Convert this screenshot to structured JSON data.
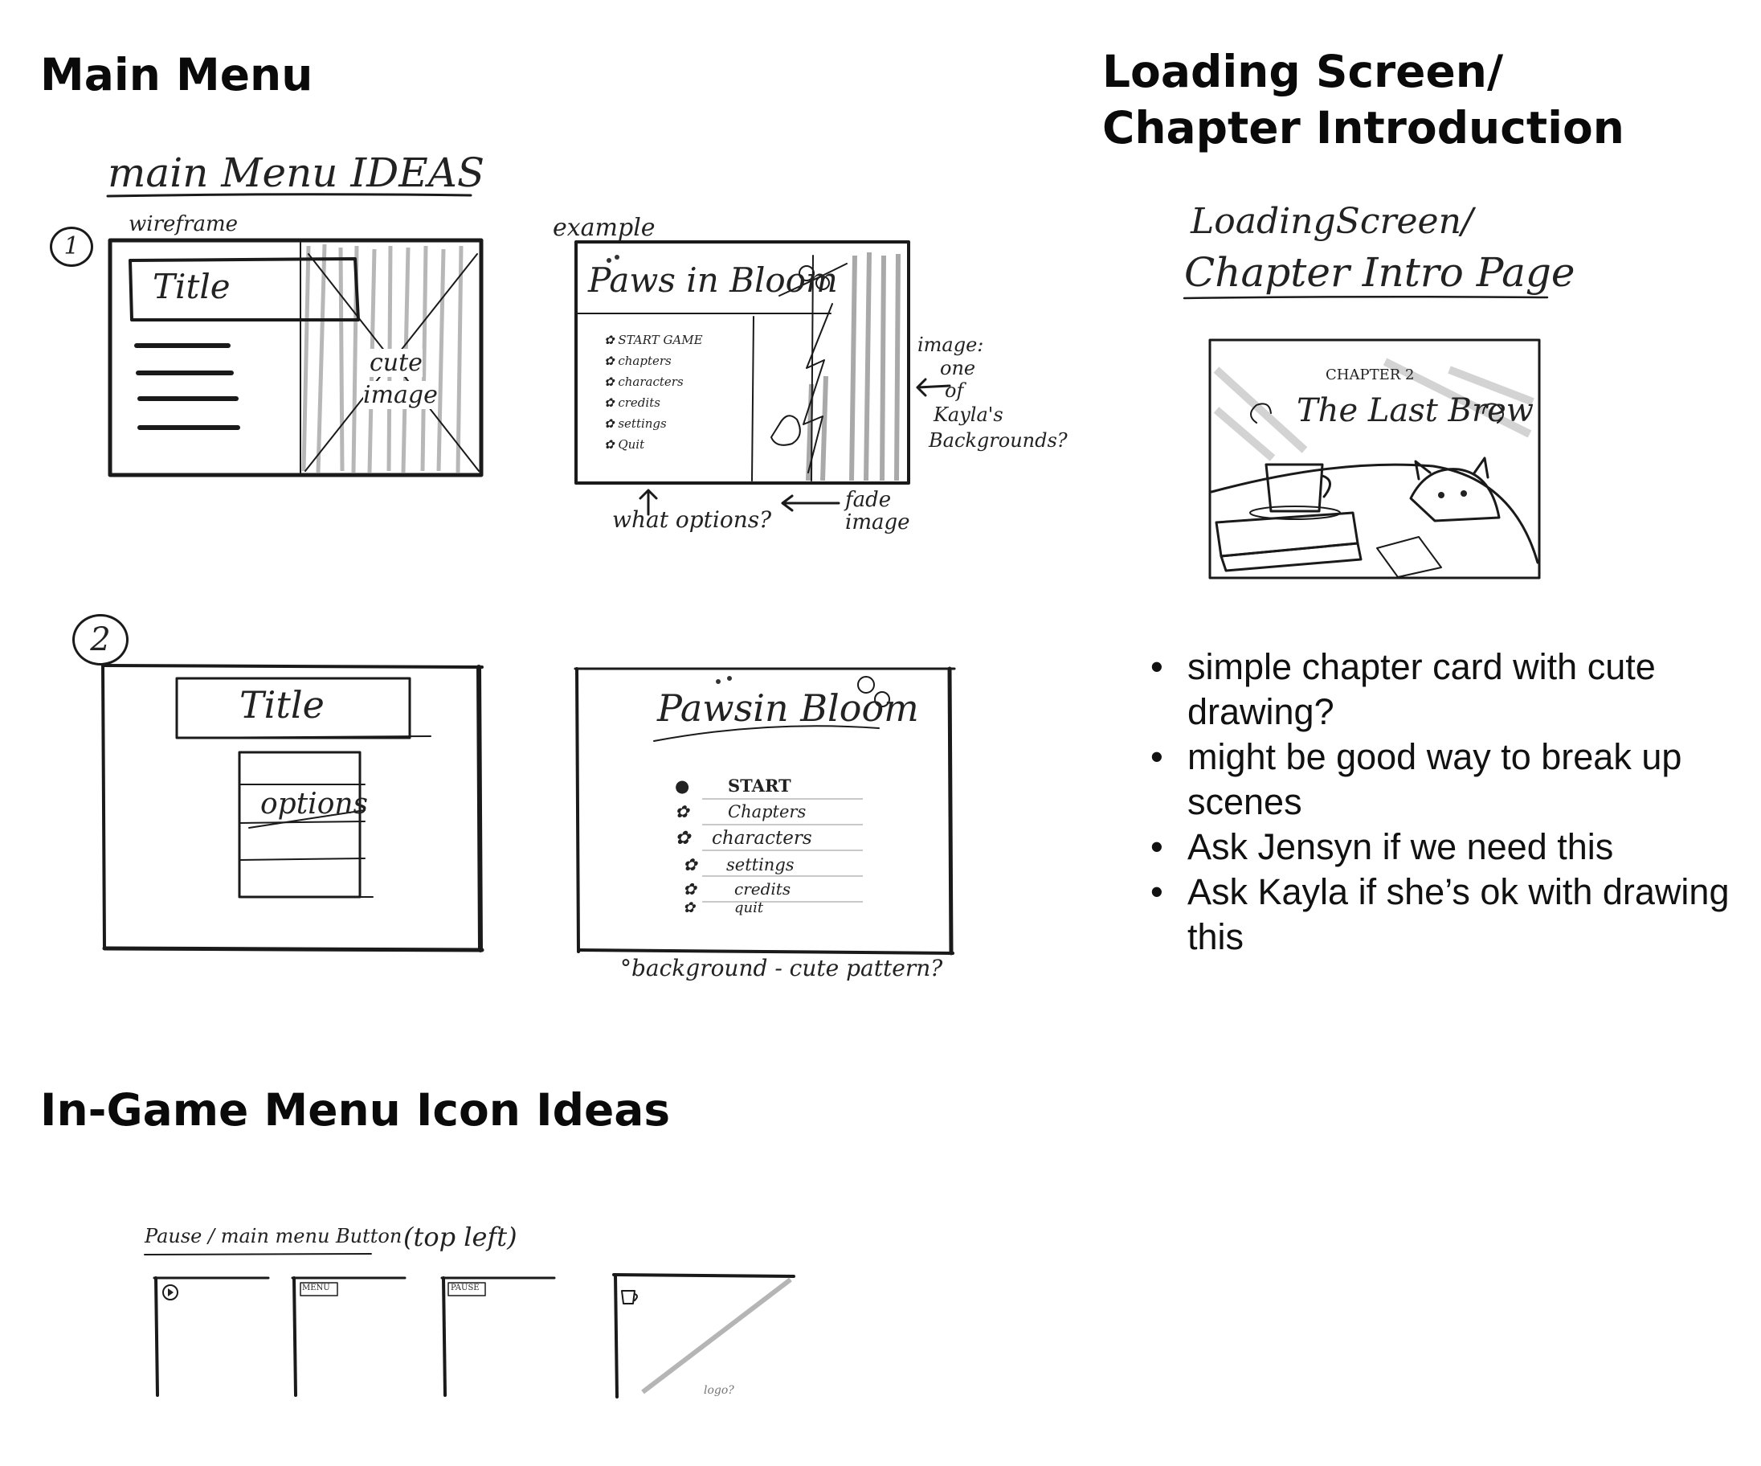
{
  "headings": {
    "main_menu": "Main Menu",
    "loading_line1": "Loading Screen/",
    "loading_line2": "Chapter Introduction",
    "in_game": "In-Game Menu Icon Ideas"
  },
  "main_menu_sketch": {
    "title": "main Menu IDEAS",
    "wireframe_label": "wireframe",
    "example_label": "example",
    "num1": "1",
    "num2": "2",
    "wf1": {
      "title": "Title",
      "image_text1": "cute",
      "image_text2": "image"
    },
    "ex1": {
      "logo": "Paws in Bloom",
      "menu_items": [
        "START GAME",
        "chapters",
        "characters",
        "credits",
        "settings",
        "Quit"
      ],
      "note_image": [
        "image:",
        "one",
        "of",
        "Kayla's",
        "Backgrounds?"
      ],
      "note_options": "what options?",
      "note_fade": [
        "fade",
        "image"
      ]
    },
    "wf2": {
      "title": "Title",
      "options": "options"
    },
    "ex2": {
      "logo": "Pawsin Bloom",
      "menu_items": [
        "START",
        "Chapters",
        "characters",
        "settings",
        "credits",
        "quit"
      ],
      "note_background": "°background - cute pattern?"
    }
  },
  "loading_sketch": {
    "title_line1": "LoadingScreen/",
    "title_line2": "Chapter Intro Page",
    "chapter_label": "CHAPTER 2",
    "chapter_name": "The Last Brew"
  },
  "loading_notes": [
    "simple chapter card with cute drawing?",
    "might be good way to break up scenes",
    "Ask Jensyn if we need this",
    "Ask Kayla if she’s ok with drawing this"
  ],
  "in_game_sketch": {
    "label": "Pause / main menu Button",
    "label2": "(top left)",
    "buttons": [
      "MENU",
      "PAUSE"
    ],
    "logo_note": "logo?"
  }
}
